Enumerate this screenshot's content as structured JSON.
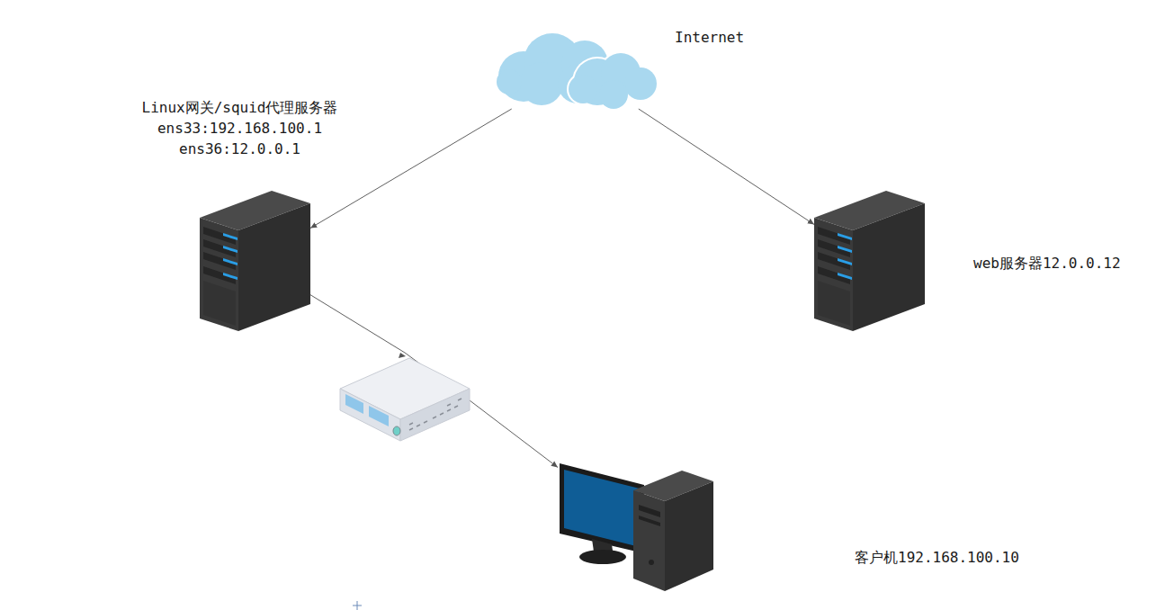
{
  "diagram": {
    "nodes": [
      {
        "text": [
          "Internet"
        ]
      },
      {
        "text": [
          "Linux网关/squid代理服务器",
          "ens33:192.168.100.1",
          "ens36:12.0.0.1"
        ]
      },
      {
        "text": [
          "web服务器12.0.0.12"
        ]
      },
      {
        "text": [
          "客户机192.168.100.10"
        ]
      }
    ],
    "edges": [
      {
        "from": 0,
        "to": 1,
        "arrow": "to"
      },
      {
        "from": 0,
        "to": 2,
        "arrow": "to"
      },
      {
        "from": 1,
        "to": 3,
        "arrow": "to"
      }
    ]
  }
}
